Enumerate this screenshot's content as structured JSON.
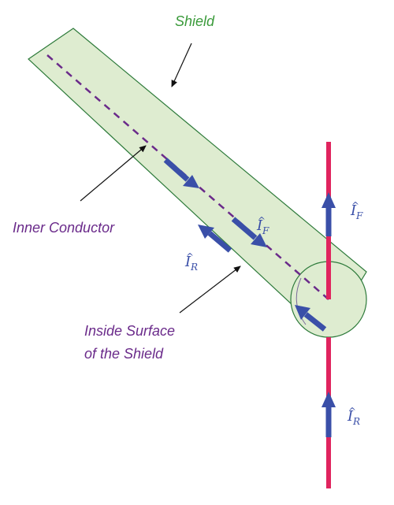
{
  "labels": {
    "shield": "Shield",
    "inner_conductor": "Inner Conductor",
    "inside_surface_line1": "Inside Surface",
    "inside_surface_line2": "of the Shield",
    "current_forward_base": "I",
    "current_forward_sub": "F",
    "current_reverse_base": "I",
    "current_reverse_sub": "R",
    "hat": "^"
  },
  "colors": {
    "shield_fill": "#deecd0",
    "shield_stroke": "#2d7a3a",
    "label_green": "#3a9a3a",
    "label_purple": "#6a2a8a",
    "dashed_conductor": "#6a2a8a",
    "current_arrow": "#3a4fa8",
    "wire": "#e0245e",
    "leader_line": "#111111"
  }
}
